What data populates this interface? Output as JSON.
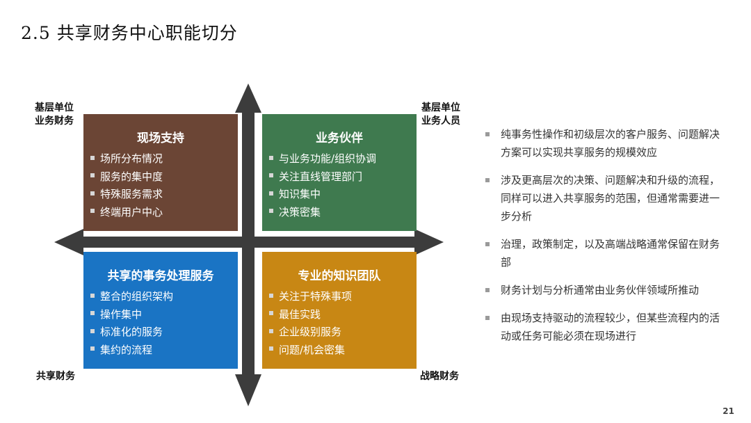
{
  "title": "2.5 共享财务中心职能切分",
  "axis_labels": {
    "top_left": [
      "基层单位",
      "业务财务"
    ],
    "top_right": [
      "基层单位",
      "业务人员"
    ],
    "bottom_left": [
      "共享财务"
    ],
    "bottom_right": [
      "战略财务"
    ]
  },
  "quadrants": {
    "top_left": {
      "title": "现场支持",
      "items": [
        "场所分布情况",
        "服务的集中度",
        "特殊服务需求",
        "终端用户中心"
      ],
      "color": "#6b4535"
    },
    "top_right": {
      "title": "业务伙伴",
      "items": [
        "与业务功能/组织协调",
        "关注直线管理部门",
        "知识集中",
        "决策密集"
      ],
      "color": "#3f7a4f"
    },
    "bottom_left": {
      "title": "共享的事务处理服务",
      "items": [
        "整合的组织架构",
        "操作集中",
        "标准化的服务",
        "集约的流程"
      ],
      "color": "#1a74c4"
    },
    "bottom_right": {
      "title": "专业的知识团队",
      "items": [
        "关注于特殊事项",
        "最佳实践",
        "企业级别服务",
        "问题/机会密集"
      ],
      "color": "#c88714"
    }
  },
  "notes": [
    "纯事务性操作和初级层次的客户服务、问题解决方案可以实现共享服务的规模效应",
    "涉及更高层次的决策、问题解决和升级的流程，同样可以进入共享服务的范围，但通常需要进一步分析",
    "治理，政策制定，以及高端战略通常保留在财务部",
    "财务计划与分析通常由业务伙伴领域所推动",
    "由现场支持驱动的流程较少，但某些流程内的活动或任务可能必须在现场进行"
  ],
  "page_number": "21"
}
